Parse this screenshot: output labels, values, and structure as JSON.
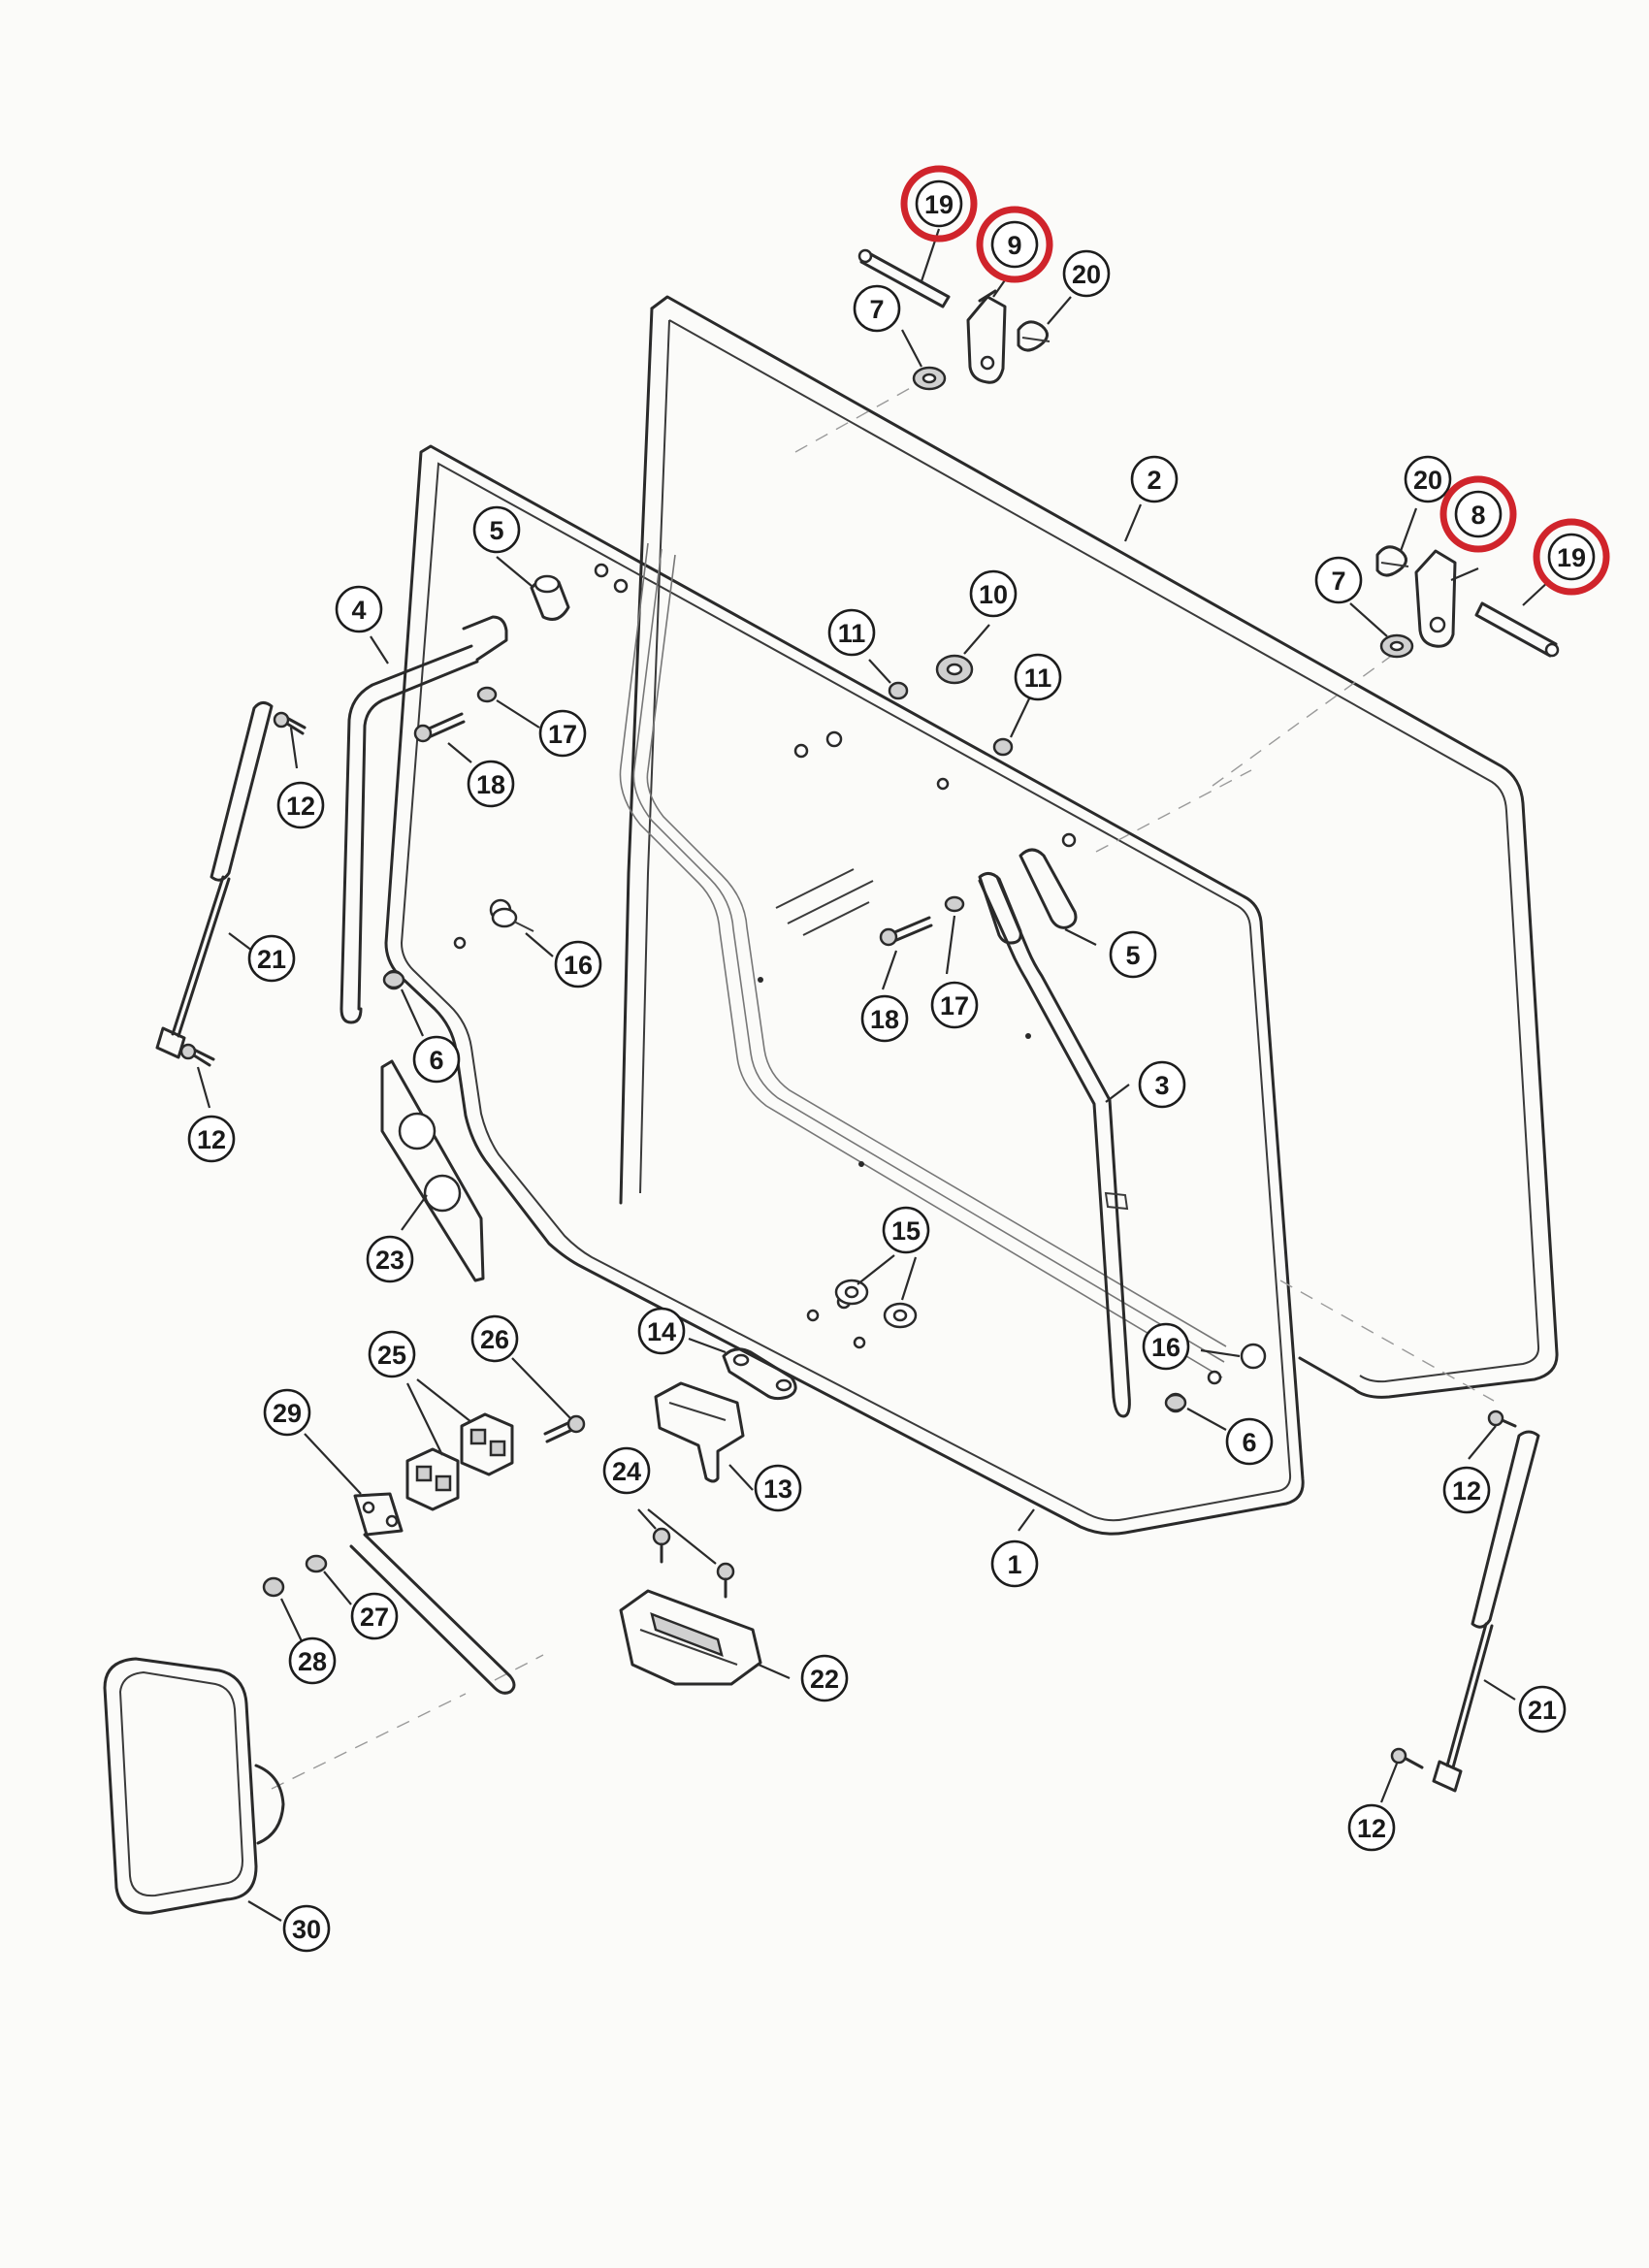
{
  "colors": {
    "line": "#2a2a2a",
    "highlight": "#d0242b",
    "paper": "#fbfbf9"
  },
  "callouts": [
    {
      "num": "19",
      "highlighted": true
    },
    {
      "num": "9",
      "highlighted": true
    },
    {
      "num": "20",
      "highlighted": false
    },
    {
      "num": "7",
      "highlighted": false
    },
    {
      "num": "2",
      "highlighted": false
    },
    {
      "num": "20",
      "highlighted": false
    },
    {
      "num": "8",
      "highlighted": true
    },
    {
      "num": "19",
      "highlighted": true
    },
    {
      "num": "7",
      "highlighted": false
    },
    {
      "num": "5",
      "highlighted": false
    },
    {
      "num": "4",
      "highlighted": false
    },
    {
      "num": "10",
      "highlighted": false
    },
    {
      "num": "11",
      "highlighted": false
    },
    {
      "num": "11",
      "highlighted": false
    },
    {
      "num": "17",
      "highlighted": false
    },
    {
      "num": "18",
      "highlighted": false
    },
    {
      "num": "12",
      "highlighted": false
    },
    {
      "num": "21",
      "highlighted": false
    },
    {
      "num": "16",
      "highlighted": false
    },
    {
      "num": "6",
      "highlighted": false
    },
    {
      "num": "12",
      "highlighted": false
    },
    {
      "num": "5",
      "highlighted": false
    },
    {
      "num": "17",
      "highlighted": false
    },
    {
      "num": "18",
      "highlighted": false
    },
    {
      "num": "3",
      "highlighted": false
    },
    {
      "num": "23",
      "highlighted": false
    },
    {
      "num": "15",
      "highlighted": false
    },
    {
      "num": "14",
      "highlighted": false
    },
    {
      "num": "16",
      "highlighted": false
    },
    {
      "num": "6",
      "highlighted": false
    },
    {
      "num": "26",
      "highlighted": false
    },
    {
      "num": "25",
      "highlighted": false
    },
    {
      "num": "29",
      "highlighted": false
    },
    {
      "num": "13",
      "highlighted": false
    },
    {
      "num": "24",
      "highlighted": false
    },
    {
      "num": "12",
      "highlighted": false
    },
    {
      "num": "1",
      "highlighted": false
    },
    {
      "num": "27",
      "highlighted": false
    },
    {
      "num": "28",
      "highlighted": false
    },
    {
      "num": "22",
      "highlighted": false
    },
    {
      "num": "21",
      "highlighted": false
    },
    {
      "num": "12",
      "highlighted": false
    },
    {
      "num": "30",
      "highlighted": false
    }
  ]
}
